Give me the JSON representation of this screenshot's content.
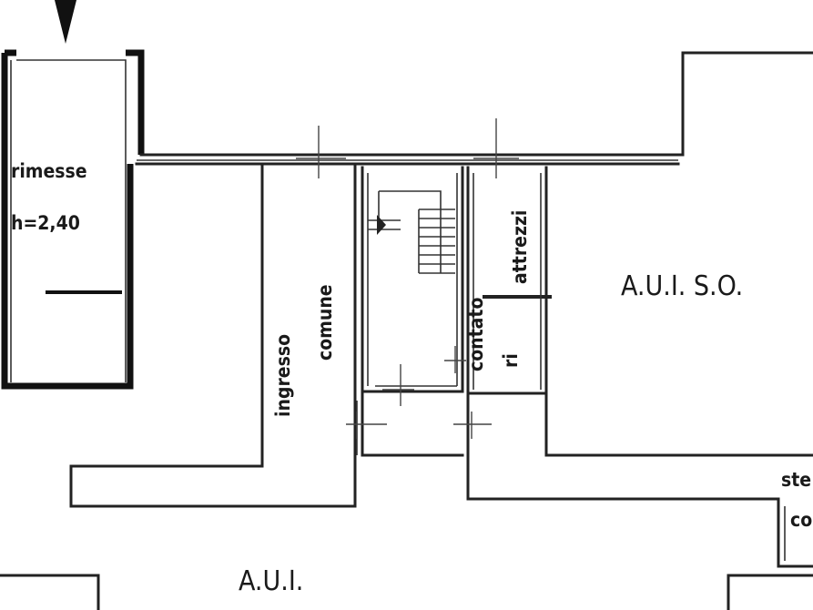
{
  "labels": {
    "rimesse": "rimesse",
    "height": "h=2,40",
    "attrezzi": "attrezzi",
    "aui_sd": "A.U.I. S.O.",
    "ingresso": "ingresso",
    "comune": "comune",
    "contatori_1": "contato",
    "contatori_2": "ri",
    "aui_bottom": "A.U.I.",
    "partial_1": "ste",
    "partial_2": "co"
  }
}
